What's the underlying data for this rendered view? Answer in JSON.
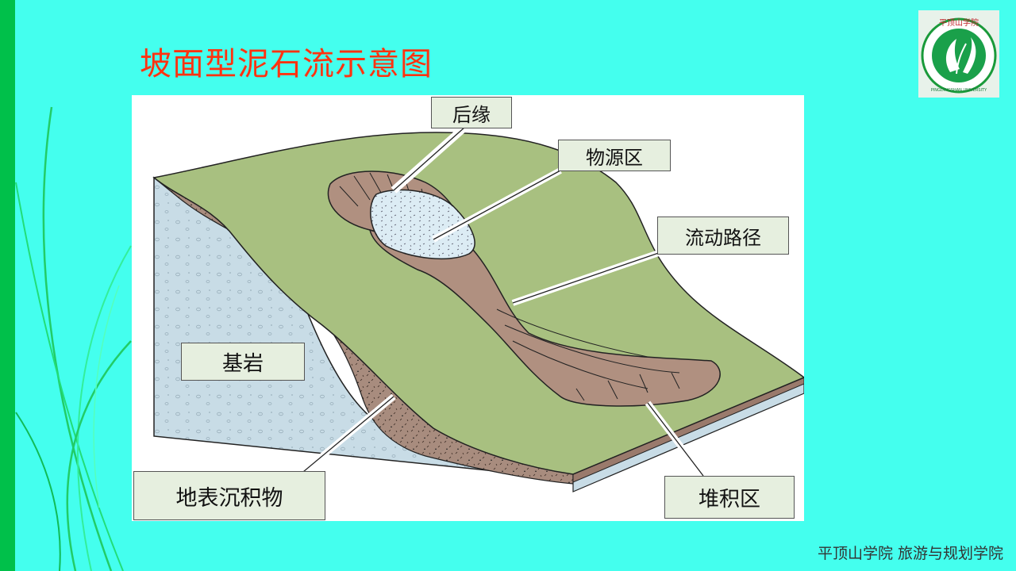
{
  "title": "坡面型泥石流示意图",
  "labels": {
    "back_edge": "后缘",
    "source_area": "物源区",
    "flow_path": "流动路径",
    "bedrock": "基岩",
    "surface_deposits": "地表沉积物",
    "deposition_zone": "堆积区"
  },
  "footer": "平顶山学院  旅游与规划学院",
  "logo": {
    "text": "平顶山学院",
    "english": "PINGDINGSHAN UNIVERSITY"
  },
  "colors": {
    "background": "#44ffee",
    "title": "#ff3311",
    "grass": "#a8c080",
    "soil": "#b09080",
    "bedrock": "#c8dce6"
  }
}
